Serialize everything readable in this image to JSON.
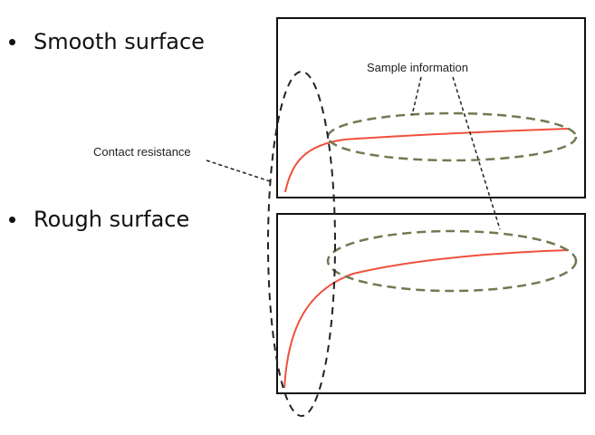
{
  "bullets": [
    {
      "label": "Smooth surface"
    },
    {
      "label": "Rough surface"
    }
  ],
  "annotations": {
    "sample_information": "Sample information",
    "contact_resistance": "Contact resistance"
  },
  "colors": {
    "curve": "#f0503c",
    "frame": "#111111",
    "contact_ellipse": "#222222",
    "sample_ellipse": "#6f7a52"
  }
}
